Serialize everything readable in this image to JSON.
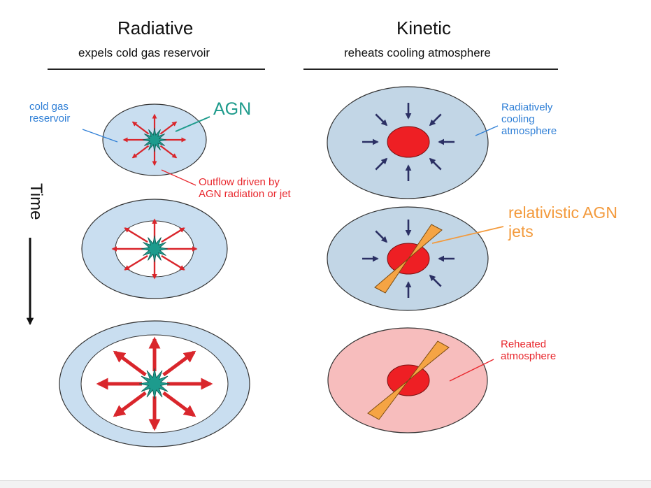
{
  "left": {
    "title": "Radiative",
    "subtitle": "expels cold gas reservoir",
    "labels": {
      "cold_gas": "cold gas\nreservoir",
      "agn": "AGN",
      "outflow": "Outflow driven by\nAGN radiation or jet"
    }
  },
  "right": {
    "title": "Kinetic",
    "subtitle": "reheats cooling atmosphere",
    "labels": {
      "cooling": "Radiatively\ncooling\natmosphere",
      "jets": "relativistic AGN\njets",
      "reheated": "Reheated\natmosphere"
    }
  },
  "time_axis": {
    "label": "Time"
  },
  "colors": {
    "cold_gas_fill": "#c9def0",
    "atmosphere_fill": "#c2d6e6",
    "reheated_fill": "#f7bdbd",
    "agn_star": "#1d9b8d",
    "outflow_arrow": "#d9262c",
    "inflow_arrow": "#2b3064",
    "core": "#ee1f24",
    "jet": "#f5a444",
    "blue_label": "#2f7fd6",
    "red_label": "#e8262c",
    "teal_label": "#1e9b8c",
    "orange_label": "#f39a3c"
  }
}
